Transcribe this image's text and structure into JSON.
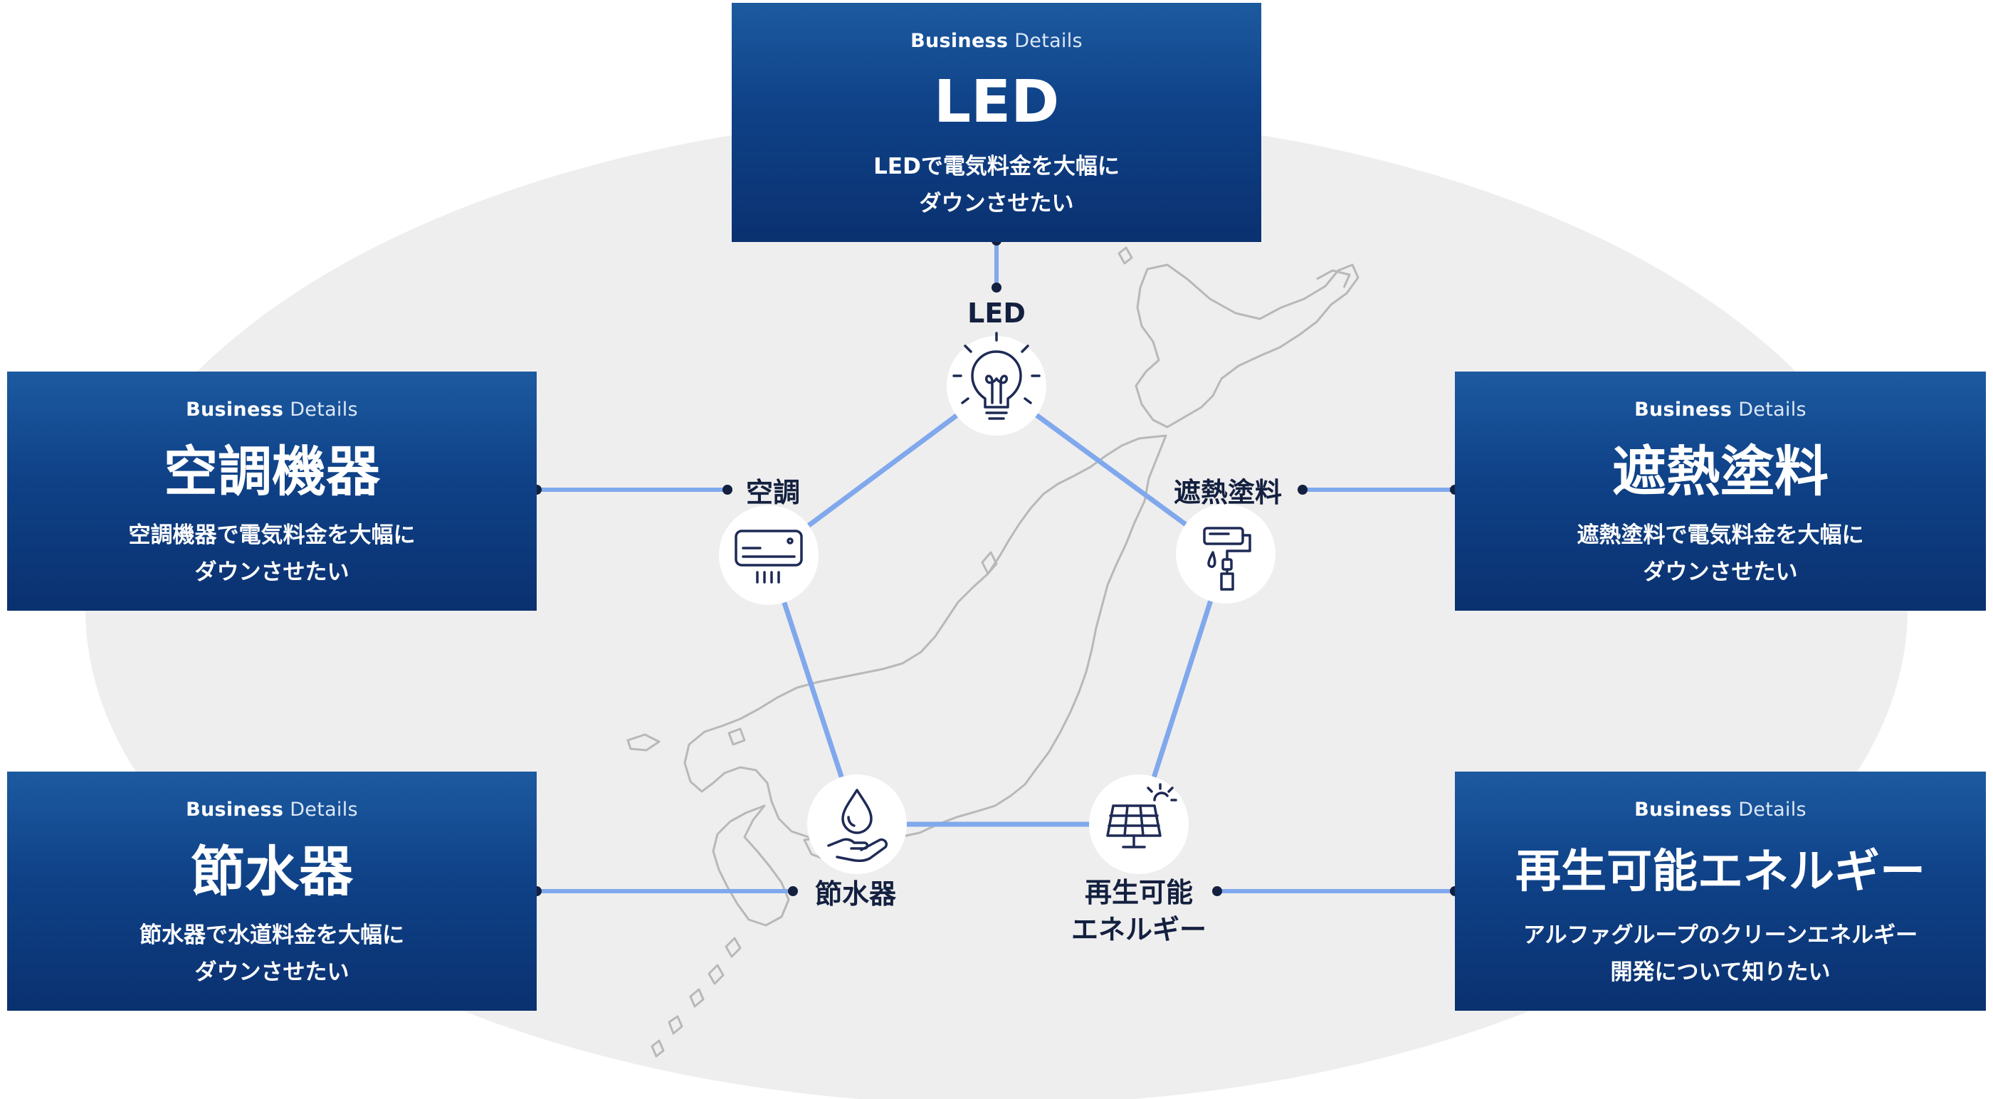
{
  "colors": {
    "card_top": "#1c5aa0",
    "card_bottom": "#0a3170",
    "connector": "#80a8ec",
    "ellipse_bg": "#efeeee",
    "node_text": "#13203f",
    "icon_stroke": "#1e2a55"
  },
  "cards": {
    "led": {
      "eyebrow_strong": "Business",
      "eyebrow_light": "Details",
      "title": "LED",
      "desc_line1": "LEDで電気料金を大幅に",
      "desc_line2": "ダウンさせたい"
    },
    "aircon": {
      "eyebrow_strong": "Business",
      "eyebrow_light": "Details",
      "title": "空調機器",
      "desc_line1": "空調機器で電気料金を大幅に",
      "desc_line2": "ダウンさせたい"
    },
    "paint": {
      "eyebrow_strong": "Business",
      "eyebrow_light": "Details",
      "title": "遮熱塗料",
      "desc_line1": "遮熱塗料で電気料金を大幅に",
      "desc_line2": "ダウンさせたい"
    },
    "water": {
      "eyebrow_strong": "Business",
      "eyebrow_light": "Details",
      "title": "節水器",
      "desc_line1": "節水器で水道料金を大幅に",
      "desc_line2": "ダウンさせたい"
    },
    "renewable": {
      "eyebrow_strong": "Business",
      "eyebrow_light": "Details",
      "title": "再生可能エネルギー",
      "desc_line1": "アルファグループのクリーンエネルギー",
      "desc_line2": "開発について知りたい"
    }
  },
  "nodes": {
    "led": {
      "label": "LED",
      "icon": "light-bulb-icon"
    },
    "aircon": {
      "label": "空調",
      "icon": "air-conditioner-icon"
    },
    "paint": {
      "label": "遮熱塗料",
      "icon": "paint-roller-icon"
    },
    "water": {
      "label": "節水器",
      "icon": "water-drop-hand-icon"
    },
    "renewable": {
      "label_line1": "再生可能",
      "label_line2": "エネルギー",
      "icon": "solar-panel-icon"
    }
  }
}
